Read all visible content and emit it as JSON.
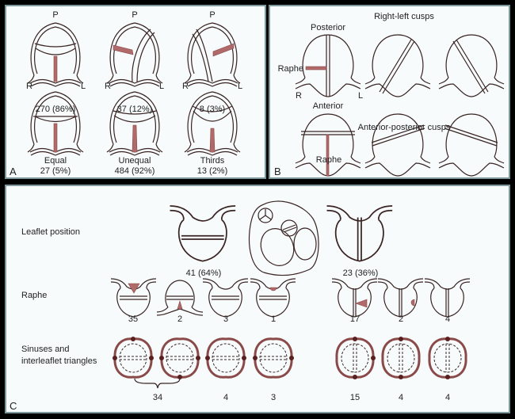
{
  "panel_a": {
    "letter": "A",
    "orientation": {
      "posterior": "P",
      "right": "R",
      "left": "L"
    },
    "top_row": [
      "270 (86%)",
      "37 (12%)",
      "8 (3%)"
    ],
    "bottom_row": [
      {
        "label": "Equal",
        "count": "27 (5%)"
      },
      {
        "label": "Unequal",
        "count": "484 (92%)"
      },
      {
        "label": "Thirds",
        "count": "13 (2%)"
      }
    ]
  },
  "panel_b": {
    "letter": "B",
    "title_top": "Right-left cusps",
    "title_bottom": "Anterior-posterior cusps",
    "posterior": "Posterior",
    "anterior": "Anterior",
    "raphe": "Raphe",
    "right": "R",
    "left": "L",
    "raphe_bottom": "Raphe"
  },
  "panel_c": {
    "letter": "C",
    "rows": {
      "leaflet_position": "Leaflet position",
      "raphe": "Raphe",
      "sinuses_line1": "Sinuses and",
      "sinuses_line2": "interleaflet triangles"
    },
    "leaflet_counts": [
      "41 (64%)",
      "23 (36%)"
    ],
    "raphe_counts": [
      "35",
      "2",
      "3",
      "1",
      "17",
      "2",
      "4"
    ],
    "sinus_counts": [
      "34",
      "4",
      "3",
      "15",
      "4",
      "4"
    ]
  },
  "colors": {
    "raphe": "#b06a6a",
    "line": "#3a2424",
    "panel_border": "#7d999d"
  }
}
